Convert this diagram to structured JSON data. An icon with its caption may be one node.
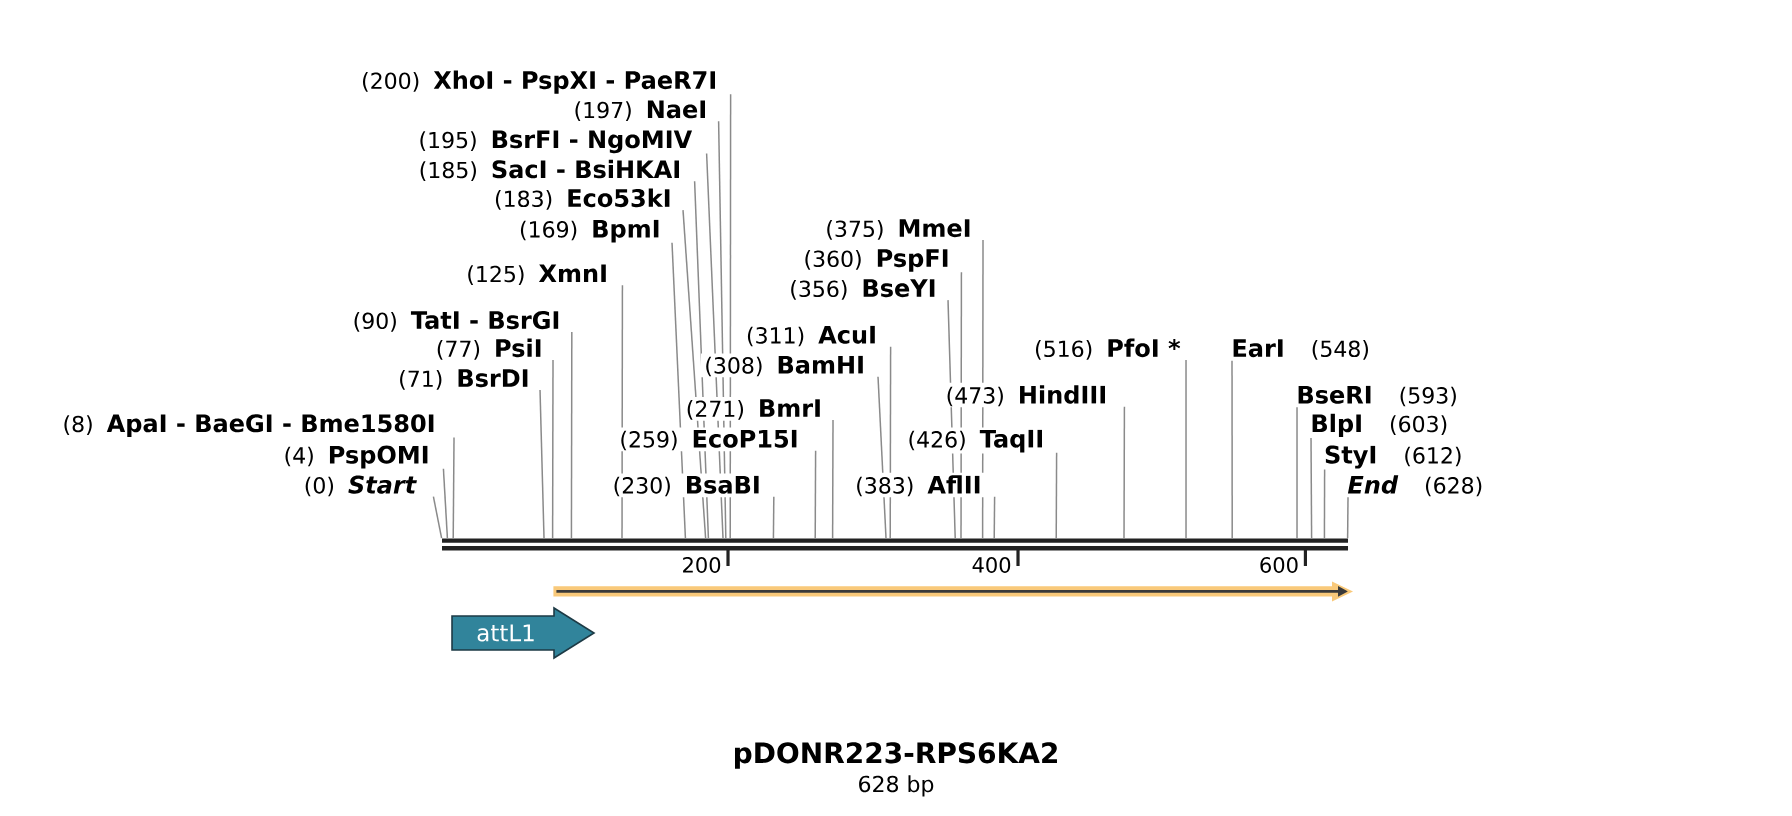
{
  "diagram": {
    "title": "pDONR223-RPS6KA2",
    "nodes": [
      {
        "text": [
          "(200)",
          "XhoI - PspXI - PaeR7I"
        ]
      },
      {
        "text": [
          "(197)",
          "NaeI"
        ]
      },
      {
        "text": [
          "(195)",
          "BsrFI - NgoMIV"
        ]
      },
      {
        "text": [
          "(185)",
          "SacI - BsiHKAI"
        ]
      },
      {
        "text": [
          "(183)",
          "Eco53kI"
        ]
      },
      {
        "text": [
          "(169)",
          "BpmI"
        ]
      },
      {
        "text": [
          "(375)",
          "MmeI"
        ]
      },
      {
        "text": [
          "(360)",
          "PspFI"
        ]
      },
      {
        "text": [
          "(125)",
          "XmnI"
        ]
      },
      {
        "text": [
          "(356)",
          "BseYI"
        ]
      },
      {
        "text": [
          "(90)",
          "TatI - BsrGI"
        ]
      },
      {
        "text": [
          "(311)",
          "AcuI"
        ]
      },
      {
        "text": [
          "(77)",
          "PsiI"
        ]
      },
      {
        "text": [
          "(516)",
          "PfoI *"
        ]
      },
      {
        "text": [
          "EarI",
          "(548)"
        ]
      },
      {
        "text": [
          "(308)",
          "BamHI"
        ]
      },
      {
        "text": [
          "(71)",
          "BsrDI"
        ]
      },
      {
        "text": [
          "(473)",
          "HindIII"
        ]
      },
      {
        "text": [
          "BseRI",
          "(593)"
        ]
      },
      {
        "text": [
          "(271)",
          "BmrI"
        ]
      },
      {
        "text": [
          "(8)",
          "ApaI - BaeGI - Bme1580I"
        ]
      },
      {
        "text": [
          "BlpI",
          "(603)"
        ]
      },
      {
        "text": [
          "(259)",
          "EcoP15I"
        ]
      },
      {
        "text": [
          "(426)",
          "TaqII"
        ]
      },
      {
        "text": [
          "(4)",
          "PspOMI"
        ]
      },
      {
        "text": [
          "StyI",
          "(612)"
        ]
      },
      {
        "text": [
          "(0)",
          "Start"
        ]
      },
      {
        "text": [
          "(230)",
          "BsaBI"
        ]
      },
      {
        "text": [
          "(383)",
          "AflII"
        ]
      },
      {
        "text": [
          "End",
          "(628)"
        ]
      },
      {
        "text": [],
        "shape": "bar"
      },
      {
        "text": [],
        "shape": "arrow"
      },
      {
        "text": [
          "attL1"
        ]
      }
    ],
    "edges": [
      {
        "from": 0,
        "to": 30,
        "arrow": "none"
      },
      {
        "from": 1,
        "to": 30,
        "arrow": "none"
      },
      {
        "from": 2,
        "to": 30,
        "arrow": "none"
      },
      {
        "from": 3,
        "to": 30,
        "arrow": "none"
      },
      {
        "from": 4,
        "to": 30,
        "arrow": "none"
      },
      {
        "from": 5,
        "to": 30,
        "arrow": "none"
      },
      {
        "from": 6,
        "to": 30,
        "arrow": "none"
      },
      {
        "from": 7,
        "to": 30,
        "arrow": "none"
      },
      {
        "from": 8,
        "to": 30,
        "arrow": "none"
      },
      {
        "from": 9,
        "to": 30,
        "arrow": "none"
      },
      {
        "from": 10,
        "to": 30,
        "arrow": "none"
      },
      {
        "from": 11,
        "to": 30,
        "arrow": "none"
      },
      {
        "from": 12,
        "to": 30,
        "arrow": "none"
      },
      {
        "from": 13,
        "to": 30,
        "arrow": "none"
      },
      {
        "from": 14,
        "to": 30,
        "arrow": "none"
      },
      {
        "from": 15,
        "to": 30,
        "arrow": "none"
      },
      {
        "from": 16,
        "to": 30,
        "arrow": "none"
      },
      {
        "from": 17,
        "to": 30,
        "arrow": "none"
      },
      {
        "from": 18,
        "to": 30,
        "arrow": "none"
      },
      {
        "from": 19,
        "to": 30,
        "arrow": "none"
      },
      {
        "from": 20,
        "to": 30,
        "arrow": "none"
      },
      {
        "from": 21,
        "to": 30,
        "arrow": "none"
      },
      {
        "from": 22,
        "to": 30,
        "arrow": "none"
      },
      {
        "from": 23,
        "to": 30,
        "arrow": "none"
      },
      {
        "from": 24,
        "to": 30,
        "arrow": "none"
      },
      {
        "from": 25,
        "to": 30,
        "arrow": "none"
      },
      {
        "from": 26,
        "to": 30,
        "arrow": "none"
      },
      {
        "from": 27,
        "to": 30,
        "arrow": "none"
      },
      {
        "from": 28,
        "to": 30,
        "arrow": "none"
      },
      {
        "from": 29,
        "to": 30,
        "arrow": "none"
      }
    ],
    "labels": [
      "200",
      "400",
      "600",
      "628 bp"
    ]
  }
}
